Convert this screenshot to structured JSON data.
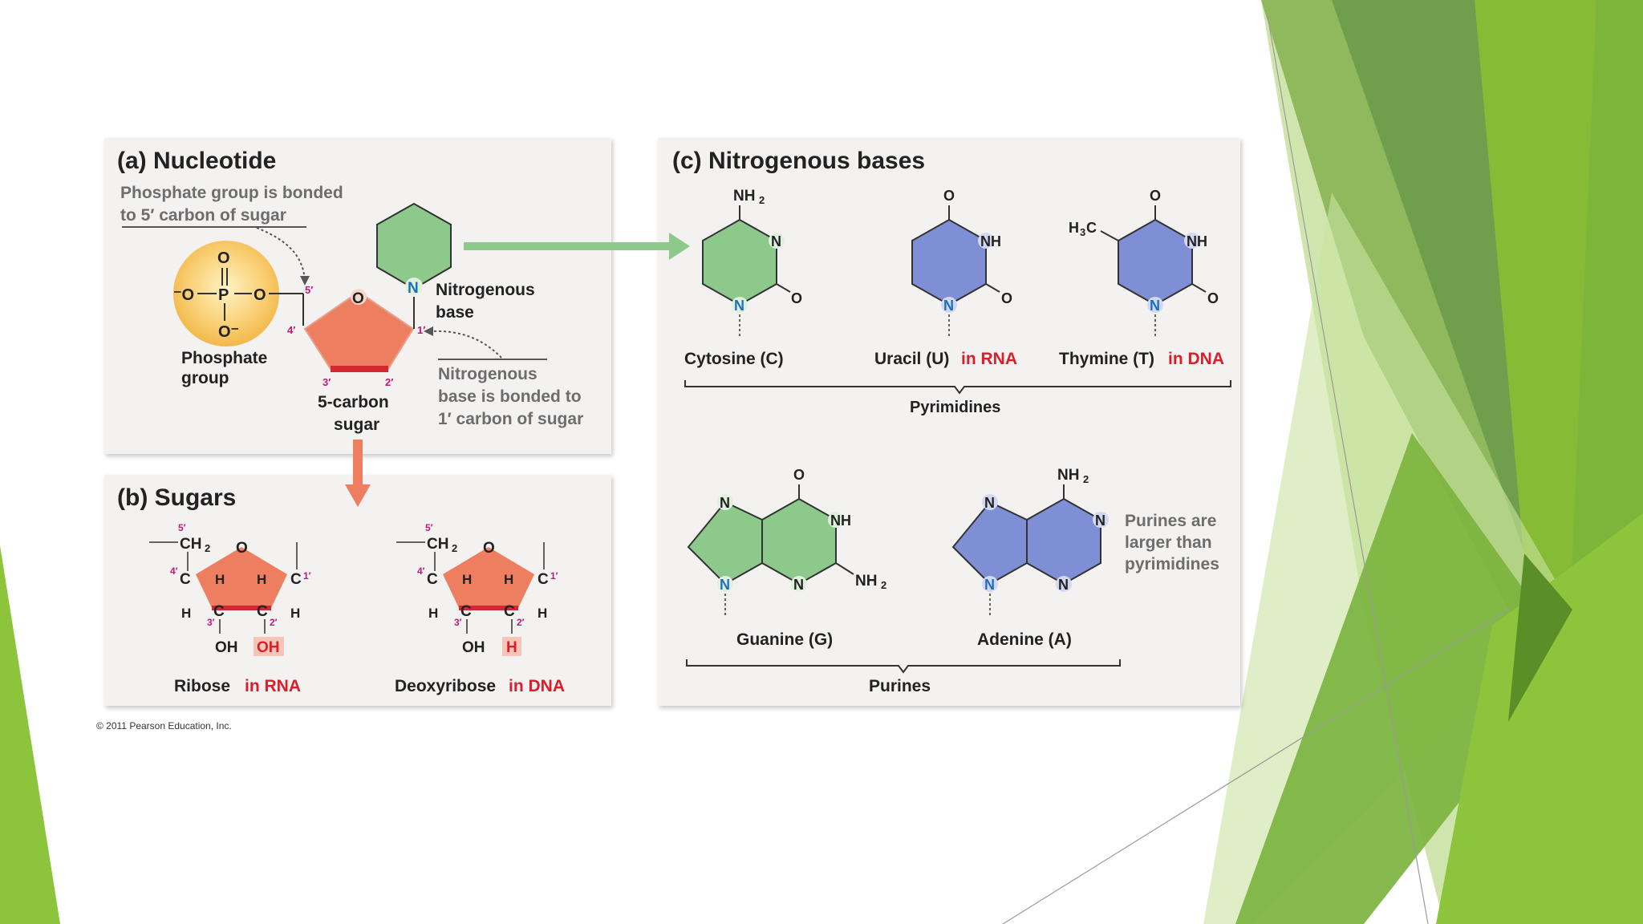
{
  "panel_a": {
    "title": "(a) Nucleotide",
    "phosphate_note_line1": "Phosphate group is bonded",
    "phosphate_note_line2": "to 5′ carbon of sugar",
    "phosphate_label_line1": "Phosphate",
    "phosphate_label_line2": "group",
    "sugar_label_line1": "5-carbon",
    "sugar_label_line2": "sugar",
    "base_label_line1": "Nitrogenous",
    "base_label_line2": "base",
    "base_note_line1": "Nitrogenous",
    "base_note_line2": "base is bonded to",
    "base_note_line3": "1′ carbon of sugar"
  },
  "panel_b": {
    "title": "(b) Sugars",
    "ribose_name": "Ribose",
    "ribose_suffix": "in RNA",
    "deoxyribose_name": "Deoxyribose",
    "deoxyribose_suffix": "in DNA"
  },
  "panel_c": {
    "title": "(c) Nitrogenous bases",
    "cytosine": "Cytosine (C)",
    "uracil": "Uracil (U)",
    "uracil_suffix": "in RNA",
    "thymine": "Thymine (T)",
    "thymine_suffix": "in DNA",
    "pyrimidines": "Pyrimidines",
    "guanine": "Guanine (G)",
    "adenine": "Adenine (A)",
    "purines": "Purines",
    "purine_note_line1": "Purines are",
    "purine_note_line2": "larger than",
    "purine_note_line3": "pyrimidines"
  },
  "copyright": "© 2011 Pearson Education, Inc.",
  "colors": {
    "green_base": "#8ec98c",
    "blue_base": "#7f8fd6",
    "sugar": "#ee7e60",
    "sugar_edge": "#d2282f",
    "red_text": "#d81f2a",
    "phosphate": "#f8cc5a",
    "accent_green": "#77b043"
  }
}
